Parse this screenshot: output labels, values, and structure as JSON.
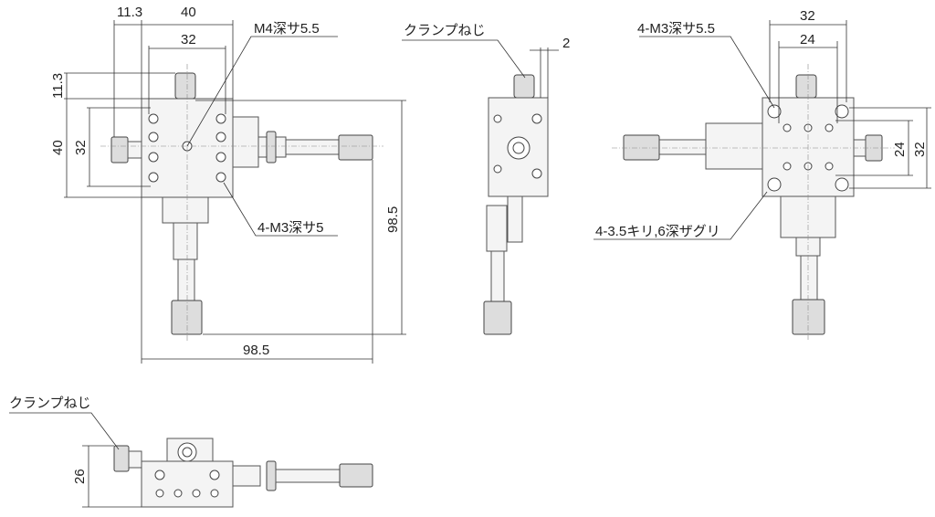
{
  "top_view": {
    "dim_top_offset": "11.3",
    "dim_top_width": "40",
    "dim_top_inner": "32",
    "dim_left_offset": "11.3",
    "dim_left_height": "40",
    "dim_left_inner": "32",
    "dim_total_height": "98.5",
    "dim_total_width": "98.5",
    "callout_center_hole": "M4深サ5.5",
    "callout_corner_holes": "4-M3深サ5"
  },
  "side_view": {
    "callout_clamp": "クランプねじ",
    "dim_clamp_offset": "2"
  },
  "bottom_view": {
    "callout_holes": "4-M3深サ5.5",
    "callout_counterbore": "4-3.5キリ,6深ザグリ",
    "dim_top_width": "32",
    "dim_top_inner": "24",
    "dim_right_inner": "24",
    "dim_right_height": "32"
  },
  "front_view": {
    "callout_clamp": "クランプねじ",
    "dim_height": "26"
  }
}
